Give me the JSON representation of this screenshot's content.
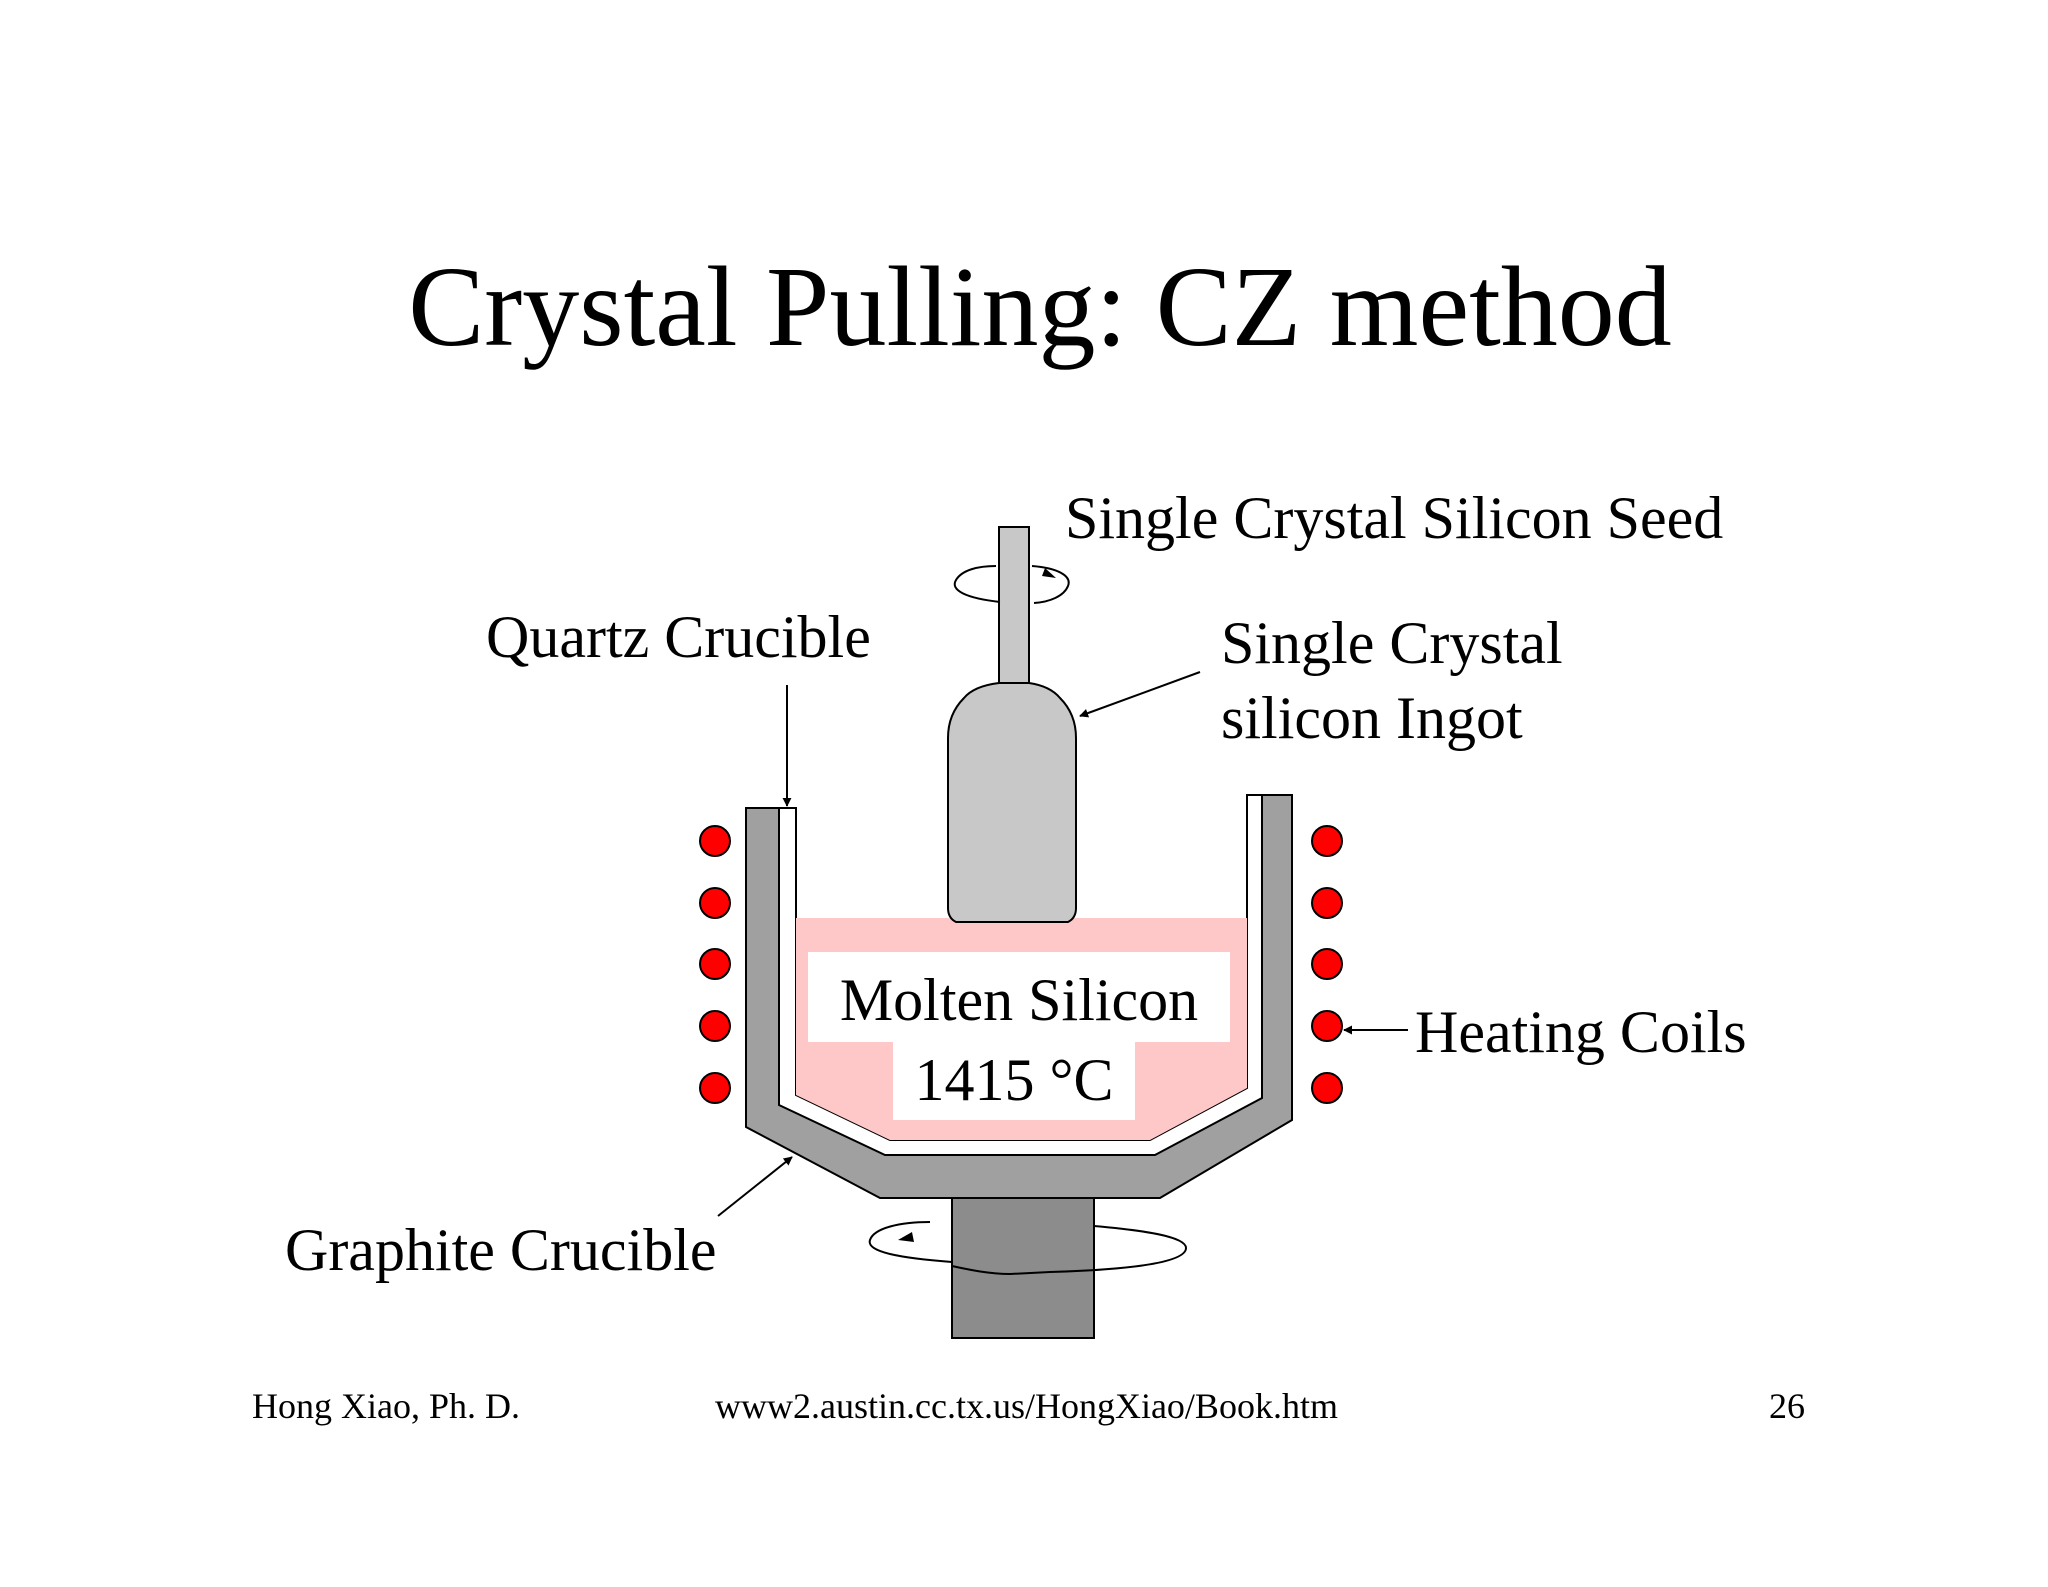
{
  "slide": {
    "title": "Crystal Pulling: CZ method"
  },
  "labels": {
    "seed": "Single Crystal Silicon Seed",
    "ingot_line1": "Single Crystal",
    "ingot_line2": "silicon Ingot",
    "quartz": "Quartz Crucible",
    "molten_line1": "Molten Silicon",
    "molten_line2": "1415 °C",
    "heating": "Heating Coils",
    "graphite": "Graphite Crucible"
  },
  "footer": {
    "author": "Hong Xiao, Ph. D.",
    "url": "www2.austin.cc.tx.us/HongXiao/Book.htm",
    "page": "26"
  },
  "colors": {
    "background": "#ffffff",
    "graphite": "#a0a0a0",
    "shaft": "#8c8c8c",
    "ingot": "#c8c8c8",
    "molten": "#ffc8c8",
    "coil": "#ff0000",
    "text": "#000000"
  }
}
